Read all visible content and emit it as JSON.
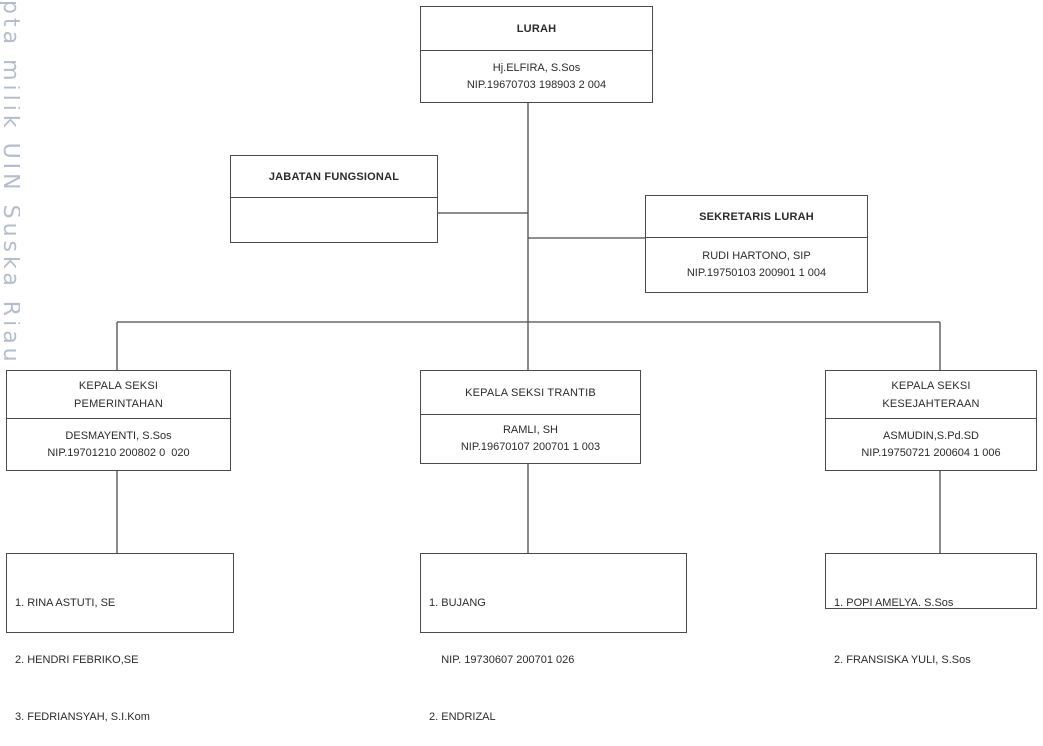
{
  "watermark": "pta milik UIN Suska Riau",
  "lurah": {
    "title": "LURAH",
    "name": "Hj.ELFIRA, S.Sos",
    "nip": "NIP.19670703 198903 2 004"
  },
  "jabatan_fungsional": {
    "title": "JABATAN FUNGSIONAL"
  },
  "sekretaris": {
    "title": "SEKRETARIS LURAH",
    "name": "RUDI HARTONO, SIP",
    "nip": "NIP.19750103 200901 1 004"
  },
  "seksi_pemerintahan": {
    "title_line1": "KEPALA SEKSI",
    "title_line2": "PEMERINTAHAN",
    "name": "DESMAYENTI, S.Sos",
    "nip": "NIP.19701210 200802 0  020"
  },
  "seksi_trantib": {
    "title": "KEPALA SEKSI TRANTIB",
    "name": "RAMLI, SH",
    "nip": "NIP.19670107 200701 1 003"
  },
  "seksi_kesejahteraan": {
    "title_line1": "KEPALA SEKSI",
    "title_line2": "KESEJAHTERAAN",
    "name": "ASMUDIN,S.Pd.SD",
    "nip": "NIP.19750721 200604 1 006"
  },
  "staff_pemerintahan": [
    "1. RINA ASTUTI, SE",
    "2. HENDRI FEBRIKO,SE",
    "3. FEDRIANSYAH, S.I.Kom"
  ],
  "staff_trantib": [
    "1. BUJANG",
    "    NIP. 19730607 200701 026",
    "2. ENDRIZAL"
  ],
  "staff_kesejahteraan": [
    "1. POPI AMELYA. S.Sos",
    "2. FRANSISKA YULI, S.Sos"
  ]
}
